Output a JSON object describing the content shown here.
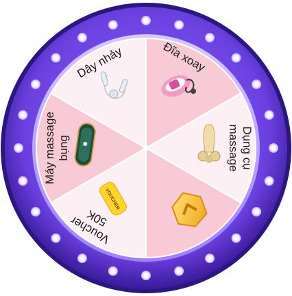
{
  "wheel": {
    "colors": {
      "rim_outer": "#3b1fa6",
      "rim_inner": "#7a5cf0",
      "segment_pink": "#f7cad6",
      "segment_white": "#fdf0f4",
      "bulb": "#ffffff",
      "divider": "#ffffff"
    },
    "segments": [
      {
        "label": "Đĩa xoay",
        "icon": "spinning-disc-icon",
        "shade": "pink"
      },
      {
        "label": "Dụng cụ",
        "label2": "massage",
        "icon": "massage-tool-icon",
        "shade": "white"
      },
      {
        "label": "",
        "icon": "gold-badge-icon",
        "shade": "pink"
      },
      {
        "label": "Voucher",
        "label2": "50K",
        "icon": "voucher-icon",
        "shade": "white"
      },
      {
        "label": "Máy massage",
        "label2": "bụng",
        "icon": "ab-massager-icon",
        "shade": "pink"
      },
      {
        "label": "Dây nhảy",
        "icon": "jump-rope-icon",
        "shade": "white"
      }
    ],
    "voucher_badge_text": "VOUCHER"
  }
}
